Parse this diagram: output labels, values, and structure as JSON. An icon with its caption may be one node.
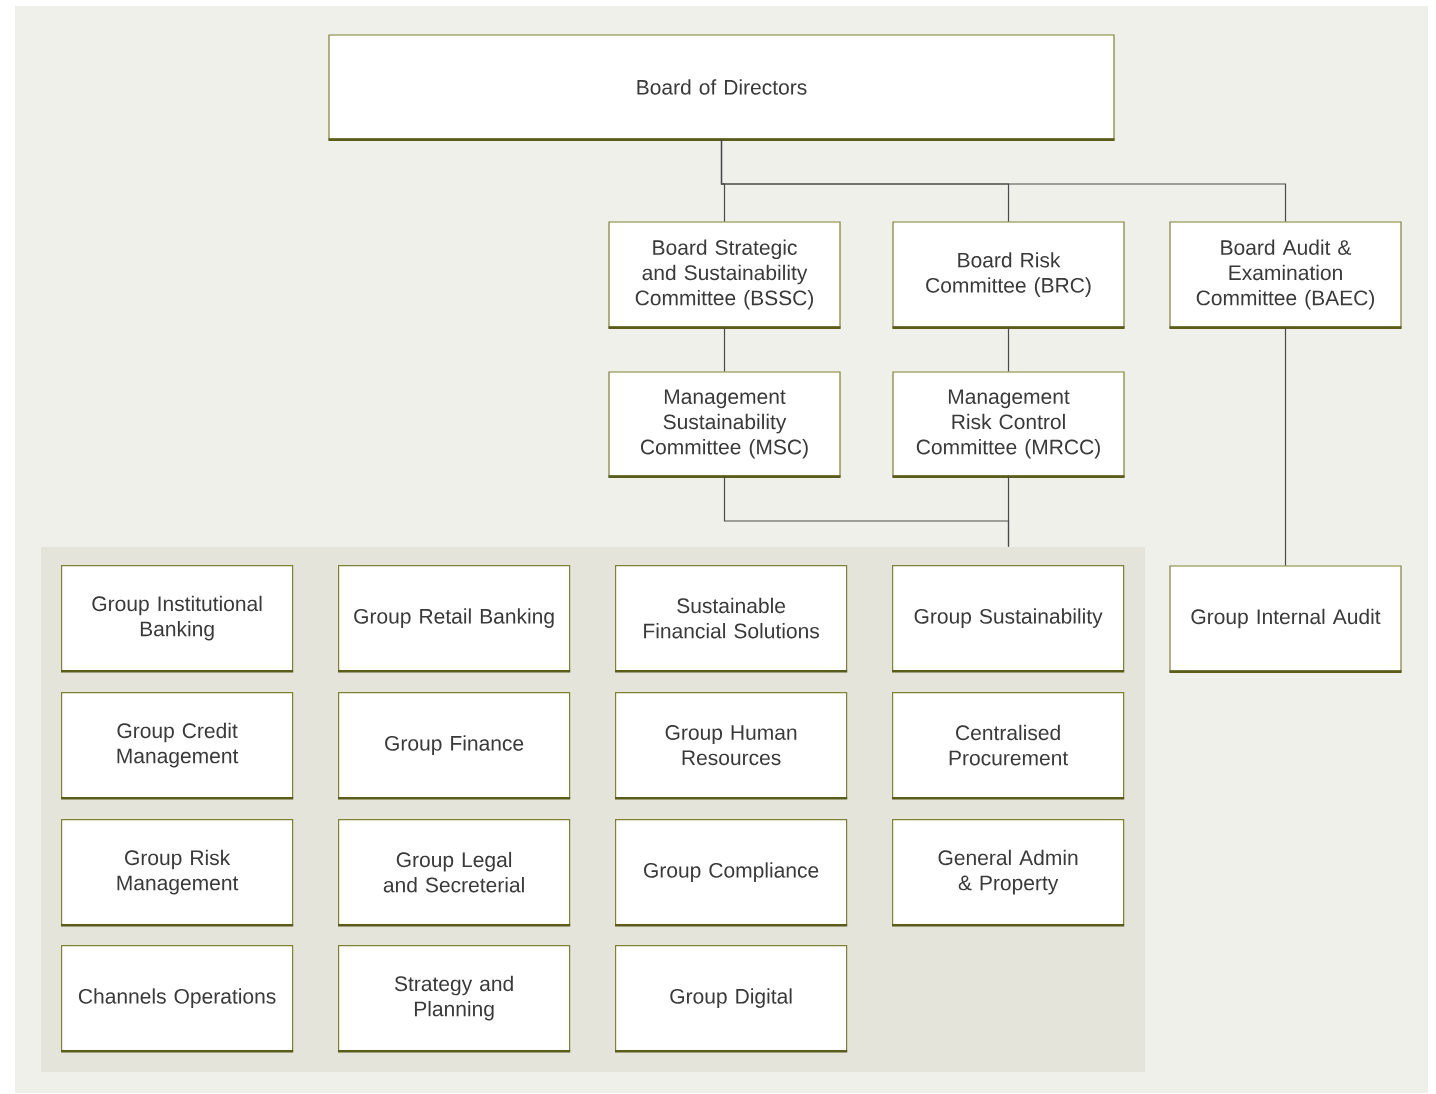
{
  "diagram": {
    "nodes": [
      {
        "text": [
          "Board of Directors"
        ]
      },
      {
        "text": [
          "Board Strategic and Sustainability Committee (BSSC)"
        ]
      },
      {
        "text": [
          "Board Risk Committee (BRC)"
        ]
      },
      {
        "text": [
          "Board Audit & Examination Committee (BAEC)"
        ]
      },
      {
        "text": [
          "Management Sustainability Committee (MSC)"
        ]
      },
      {
        "text": [
          "Management Risk Control Committee (MRCC)"
        ]
      },
      {
        "text": [],
        "shape": "box"
      },
      {
        "text": [
          "Group Institutional Banking"
        ],
        "in": 6
      },
      {
        "text": [
          "Group Retail Banking"
        ],
        "in": 6
      },
      {
        "text": [
          "Sustainable Financial Solutions"
        ],
        "in": 6
      },
      {
        "text": [
          "Group Sustainability"
        ],
        "in": 6
      },
      {
        "text": [
          "Group Credit Management"
        ],
        "in": 6
      },
      {
        "text": [
          "Group Finance"
        ],
        "in": 6
      },
      {
        "text": [
          "Group Human Resources"
        ],
        "in": 6
      },
      {
        "text": [
          "Centralised Procurement"
        ],
        "in": 6
      },
      {
        "text": [
          "Group Risk Management"
        ],
        "in": 6
      },
      {
        "text": [
          "Group Legal and Secreterial"
        ],
        "in": 6
      },
      {
        "text": [
          "Group Compliance"
        ],
        "in": 6
      },
      {
        "text": [
          "General Admin & Property"
        ],
        "in": 6
      },
      {
        "text": [
          "Channels Operations"
        ],
        "in": 6
      },
      {
        "text": [
          "Strategy and Planning"
        ],
        "in": 6
      },
      {
        "text": [
          "Group Digital"
        ],
        "in": 6
      },
      {
        "text": [
          "Group Internal Audit"
        ]
      }
    ],
    "edges": [
      {
        "from": 0,
        "to": 1,
        "arrow": "none"
      },
      {
        "from": 0,
        "to": 2,
        "arrow": "none"
      },
      {
        "from": 0,
        "to": 3,
        "arrow": "none"
      },
      {
        "from": 1,
        "to": 4,
        "arrow": "none"
      },
      {
        "from": 2,
        "to": 5,
        "arrow": "none"
      },
      {
        "from": 4,
        "to": 6,
        "arrow": "none"
      },
      {
        "from": 5,
        "to": 6,
        "arrow": "none"
      },
      {
        "from": 3,
        "to": 22,
        "arrow": "none"
      }
    ]
  }
}
